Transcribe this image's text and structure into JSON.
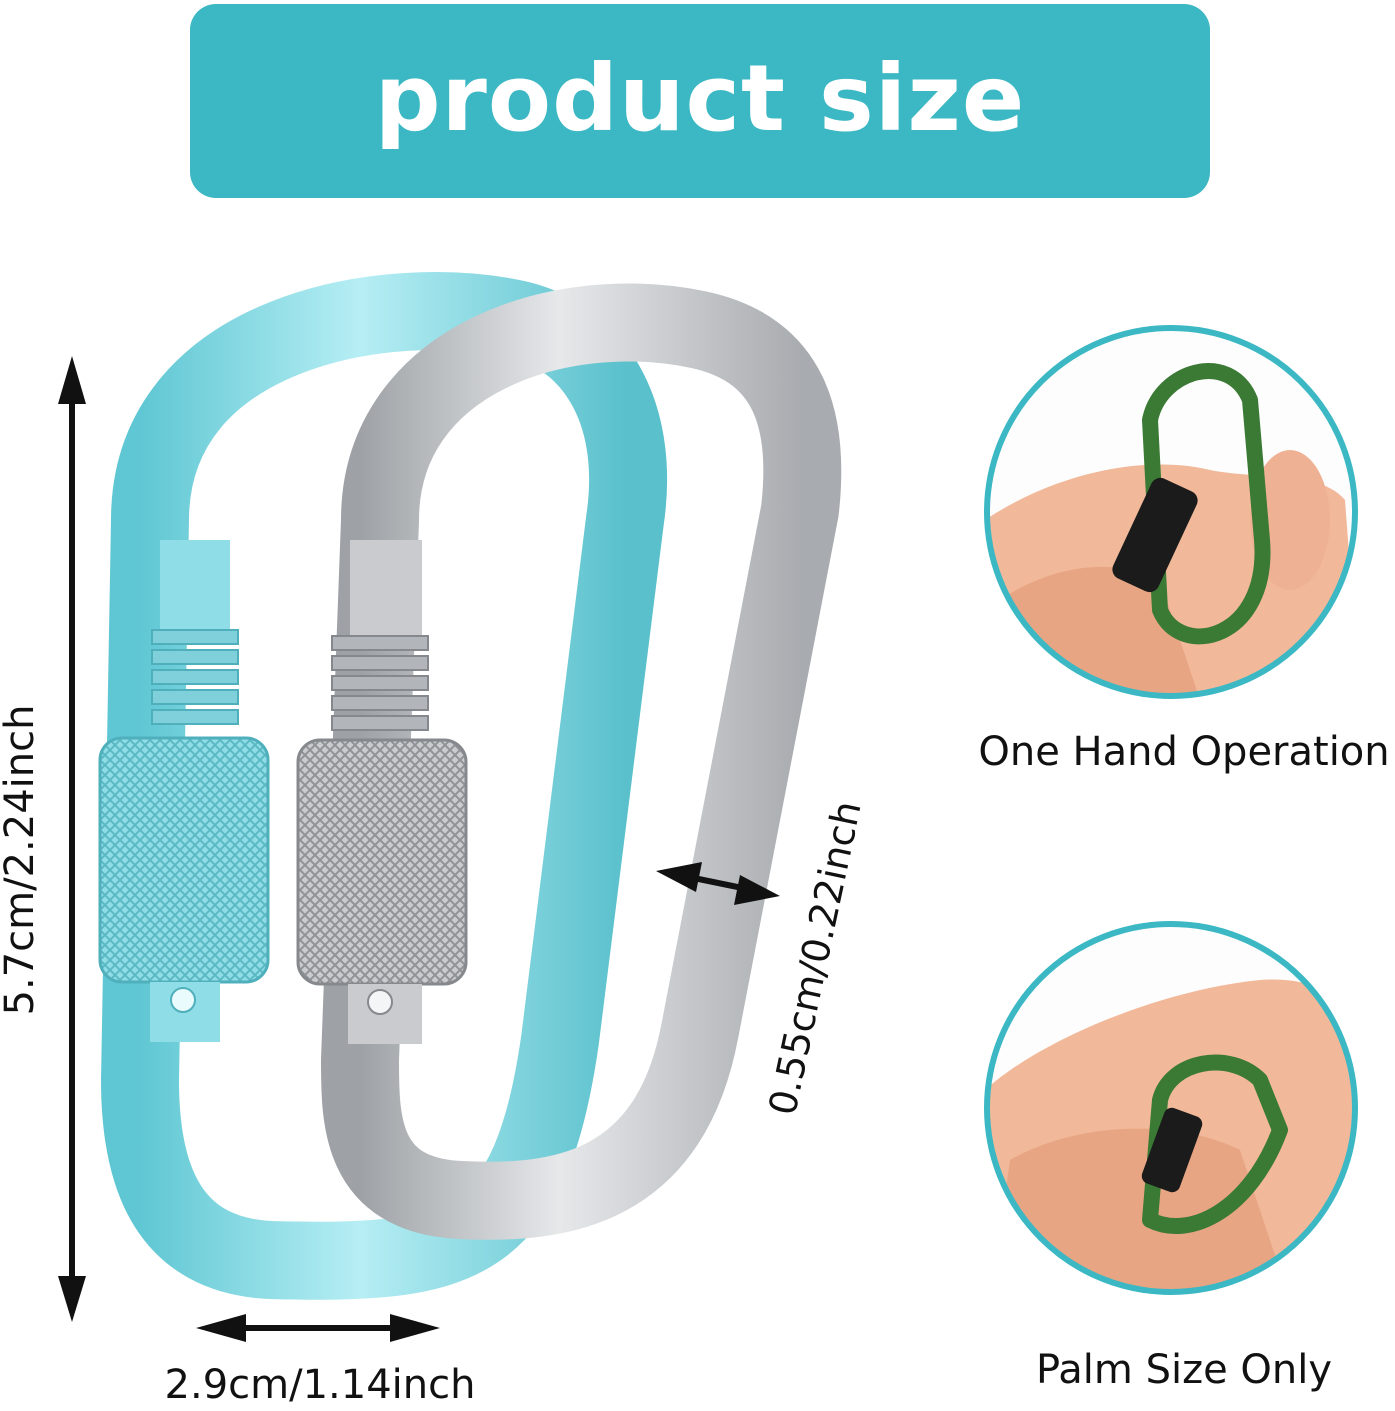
{
  "banner": {
    "title": "product size"
  },
  "dimensions": {
    "height": "5.7cm/2.24inch",
    "width": "2.9cm/1.14inch",
    "thickness": "0.55cm/0.22inch"
  },
  "features": [
    {
      "caption": "One Hand Operation"
    },
    {
      "caption": "Palm Size Only"
    }
  ],
  "colors": {
    "accent": "#3bb8c3",
    "carabiner_blue": "#7fd6e0",
    "carabiner_silver": "#b9bcbf",
    "mini_green": "#3b7a35",
    "skin": "#f1b99a"
  }
}
